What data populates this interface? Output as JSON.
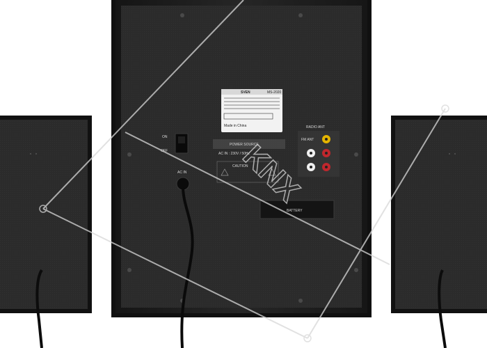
{
  "product": {
    "brand_label": "SVEN",
    "model_label": "MS-2020"
  },
  "rear_panel": {
    "switch_on_label": "ON",
    "switch_off_label": "OFF",
    "ac_in_label": "AC IN",
    "power_source_label": "POWER SOURCE",
    "power_rating_label": "AC IN : 230V / 50Hz",
    "caution_label": "CAUTION",
    "radio_ant_label": "RADIO ANT",
    "fm_ant_label": "FM ANT",
    "made_in_label": "Made in China",
    "battery_compartment_label": "BATTERY"
  },
  "watermark": {
    "text": "KNX"
  },
  "colors": {
    "cabinet": "#1f1f1f",
    "panel": "#2a2a2a",
    "label_plate": "#f2f2f2",
    "rca_red": "#c0272d",
    "rca_white": "#f0f0f0",
    "rca_yellow": "#e4b400",
    "watermark": "#d8d8d8"
  }
}
